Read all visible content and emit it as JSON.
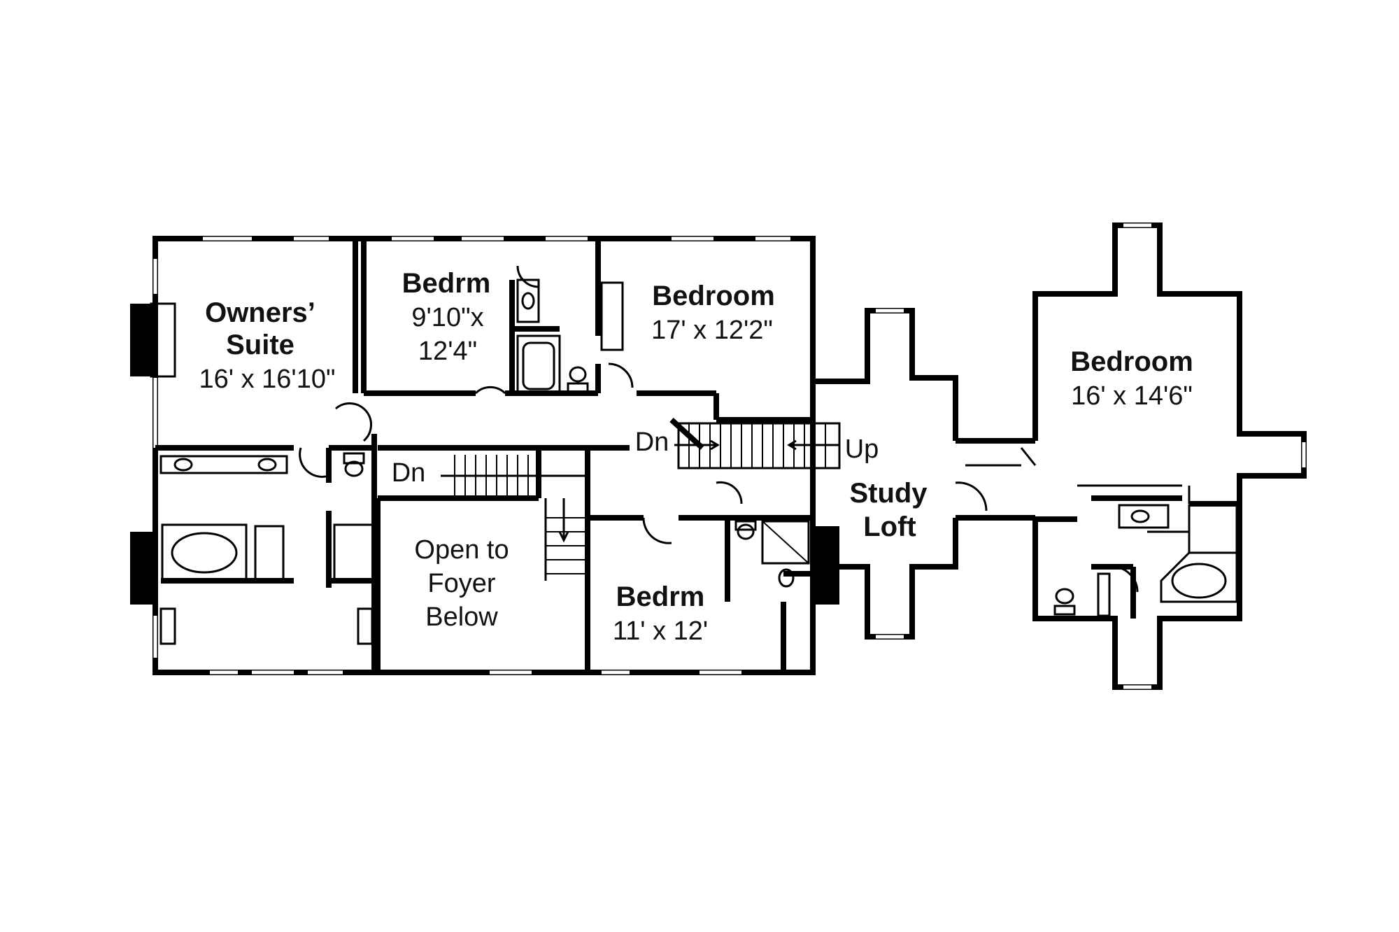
{
  "rooms": {
    "owners_suite": {
      "name_line1": "Owners’",
      "name_line2": "Suite",
      "size": "16' x 16'10\""
    },
    "bedrm_1": {
      "name": "Bedrm",
      "size_line1": "9'10\"x",
      "size_line2": "12'4\""
    },
    "bedroom_1": {
      "name": "Bedroom",
      "size": "17' x 12'2\""
    },
    "open_foyer": {
      "line1": "Open to",
      "line2": "Foyer",
      "line3": "Below"
    },
    "bedrm_2": {
      "name": "Bedrm",
      "size": "11' x 12'"
    },
    "study_loft": {
      "line1": "Study",
      "line2": "Loft"
    },
    "bedroom_2": {
      "name": "Bedroom",
      "size": "16' x 14'6\""
    }
  },
  "stairs": {
    "dn_left": "Dn",
    "dn_right": "Dn",
    "up": "Up"
  }
}
